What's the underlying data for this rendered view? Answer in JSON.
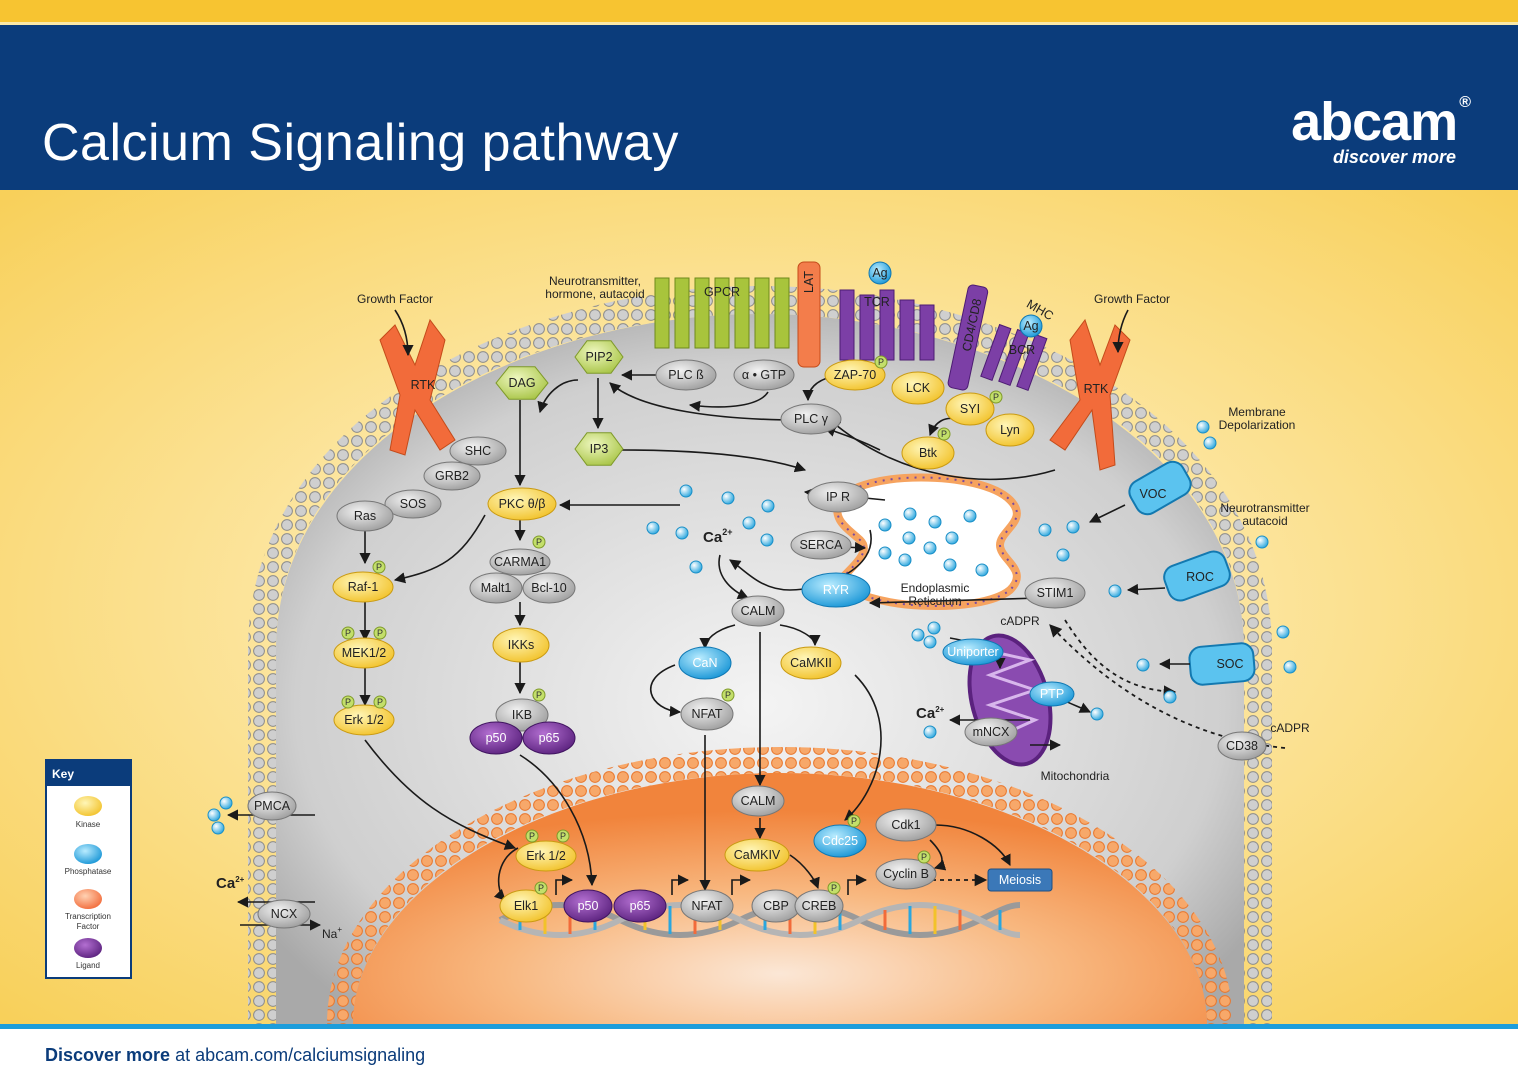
{
  "header": {
    "title": "Calcium Signaling pathway",
    "brand": "abcam",
    "brand_mark": "®",
    "tagline": "discover more"
  },
  "footer": {
    "prefix": "Discover more",
    "suffix": " at abcam.com/calciumsignaling"
  },
  "colors": {
    "header_bg": "#0b3c7b",
    "top_stripe": "#f7c431",
    "kinase": "#f7cf3d",
    "phosphatase": "#27a9e1",
    "transcription_factor": "#f26b3a",
    "ligand": "#6a2c91",
    "nucleus": "#f39448"
  },
  "labels": {
    "growth_factor": "Growth Factor",
    "neurotransmitter": "Neurotransmitter,",
    "neurotransmitter2": "hormone, autacoid",
    "membrane_depol": "Membrane",
    "membrane_depol2": "Depolarization",
    "neuro_autacoid": "Neurotransmitter",
    "neuro_autacoid2": "autacoid",
    "ca_main": "Ca",
    "ca_sup": "2+",
    "na": "Na",
    "na_sup": "+",
    "er": "Endoplasmic",
    "er2": "Reticulum",
    "mito": "Mitochondria",
    "cadpr": "cADPR",
    "p": "P"
  },
  "nodes": {
    "rtk": "RTK",
    "shc": "SHC",
    "grb2": "GRB2",
    "sos": "SOS",
    "ras": "Ras",
    "raf1": "Raf-1",
    "mek": "MEK1/2",
    "erk": "Erk 1/2",
    "dag": "DAG",
    "pip2": "PIP2",
    "ip3": "IP3",
    "pkc": "PKC θ/β",
    "carma1": "CARMA1",
    "malt1": "Malt1",
    "bcl10": "Bcl-10",
    "ikks": "IKKs",
    "ikb": "IKB",
    "p50": "p50",
    "p65": "p65",
    "gpcr": "GPCR",
    "plcb": "PLC ß",
    "gtp": "α  • GTP",
    "lat": "LAT",
    "ag": "Ag",
    "tcr": "TCR",
    "cd4": "CD4/CD8",
    "mhc": "MHC",
    "bcr": "BCR",
    "zap70": "ZAP-70",
    "lck": "LCK",
    "plcg": "PLC γ",
    "syi": "SYI",
    "lyn": "Lyn",
    "btk": "Btk",
    "ip3r": "IP R",
    "serca": "SERCA",
    "ryr": "RYR",
    "stim1": "STIM1",
    "voc": "VOC",
    "roc": "ROC",
    "soc": "SOC",
    "cd38": "CD38",
    "uniporter": "Uniporter",
    "ptp": "PTP",
    "mncx": "mNCX",
    "calm": "CALM",
    "can": "CaN",
    "nfat": "NFAT",
    "camkii": "CaMKII",
    "camkiv": "CaMKIV",
    "cdc25": "Cdc25",
    "cdk1": "Cdk1",
    "cyclinb": "Cyclin B",
    "meiosis": "Meiosis",
    "elk1": "Elk1",
    "cbp": "CBP",
    "creb": "CREB",
    "pmca": "PMCA",
    "ncx": "NCX"
  },
  "key": {
    "title": "Key",
    "items": [
      "Kinase",
      "Phosphatase",
      "Transcription Factor",
      "Ligand"
    ]
  }
}
